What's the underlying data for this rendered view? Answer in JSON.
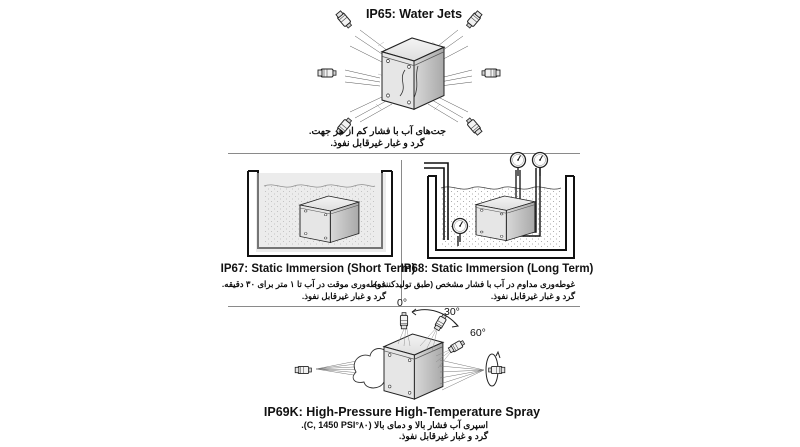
{
  "ip65": {
    "title": "IP65: Water Jets",
    "desc_line1": "جت‌های آب با فشار کم از هر جهت.",
    "desc_line2": "گرد و غبار غیرقابل نفوذ."
  },
  "ip67": {
    "title": "IP67: Static Immersion (Short Term)",
    "desc_line1": "غوطه‌وری موقت در آب تا ۱ متر برای ۳۰ دقیقه.",
    "desc_line2": "گرد و غبار غیرقابل نفوذ."
  },
  "ip68": {
    "title": "IP68: Static Immersion (Long Term)",
    "desc_line1": "غوطه‌وری مداوم در آب با فشار مشخص (طبق تولیدکننده).",
    "desc_line2": "گرد و غبار غیرقابل نفوذ."
  },
  "ip69k": {
    "title": "IP69K: High-Pressure High-Temperature Spray",
    "desc_line1": "اسپری آب فشار بالا و دمای بالا (۸۰°C, 1450 PSI).",
    "desc_line2": "گرد و غبار غیرقابل نفوذ.",
    "angles": [
      "0°",
      "30°",
      "60°"
    ]
  }
}
